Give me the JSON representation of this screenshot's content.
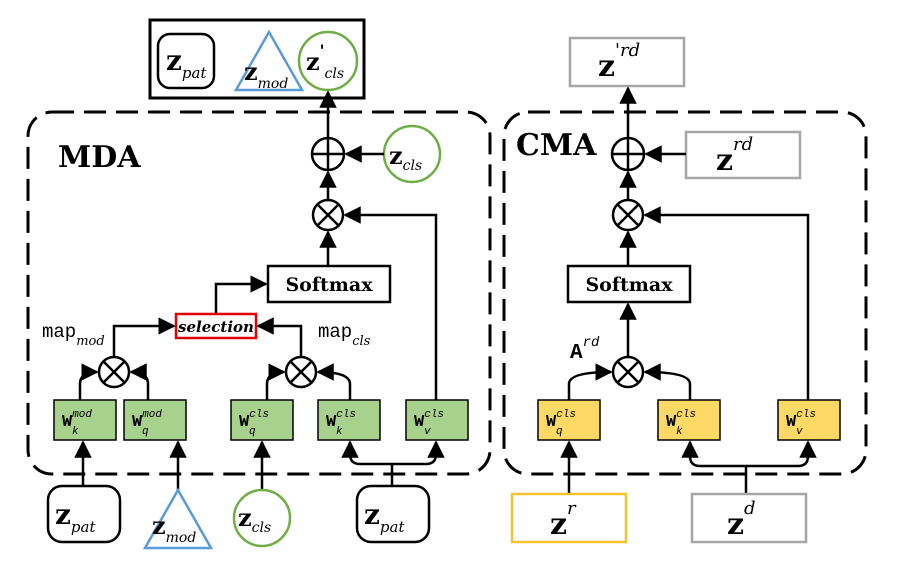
{
  "mda": {
    "title": "MDA",
    "output": {
      "z": "z",
      "pat_sub": "pat",
      "mod_sub": "mod",
      "cls_prime": "'",
      "cls_sub": "cls"
    },
    "residual": {
      "z": "z",
      "sub": "cls"
    },
    "softmax": "Softmax",
    "selection": "selection",
    "map_mod": {
      "label": "map",
      "sub": "mod"
    },
    "map_cls": {
      "label": "map",
      "sub": "cls"
    },
    "weights": [
      {
        "w": "W",
        "sup": "mod",
        "sub": "k"
      },
      {
        "w": "W",
        "sup": "mod",
        "sub": "q"
      },
      {
        "w": "W",
        "sup": "cls",
        "sub": "q"
      },
      {
        "w": "W",
        "sup": "cls",
        "sub": "k"
      },
      {
        "w": "W",
        "sup": "cls",
        "sub": "v"
      }
    ],
    "inputs": [
      {
        "z": "z",
        "sub": "pat"
      },
      {
        "z": "z",
        "sub": "mod"
      },
      {
        "z": "z",
        "sub": "cls"
      },
      {
        "z": "z",
        "sub": "pat"
      }
    ]
  },
  "cma": {
    "title": "CMA",
    "output": {
      "z": "z",
      "sup": "'rd"
    },
    "residual": {
      "z": "z",
      "sup": "rd"
    },
    "softmax": "Softmax",
    "attn": {
      "label": "A",
      "sup": "rd"
    },
    "weights": [
      {
        "w": "W",
        "sup": "cls",
        "sub": "q"
      },
      {
        "w": "W",
        "sup": "cls",
        "sub": "k"
      },
      {
        "w": "W",
        "sup": "cls",
        "sub": "v"
      }
    ],
    "inputs": [
      {
        "z": "z",
        "sup": "r"
      },
      {
        "z": "z",
        "sup": "d"
      }
    ]
  },
  "colors": {
    "green_fill": "#a9d18e",
    "yellow_fill": "#ffd966",
    "circle_green": "#70ad47",
    "triangle_blue": "#5b9bd5",
    "selection_red": "#e00000",
    "box_yellow": "#f4c430",
    "box_gray": "#a6a6a6"
  }
}
